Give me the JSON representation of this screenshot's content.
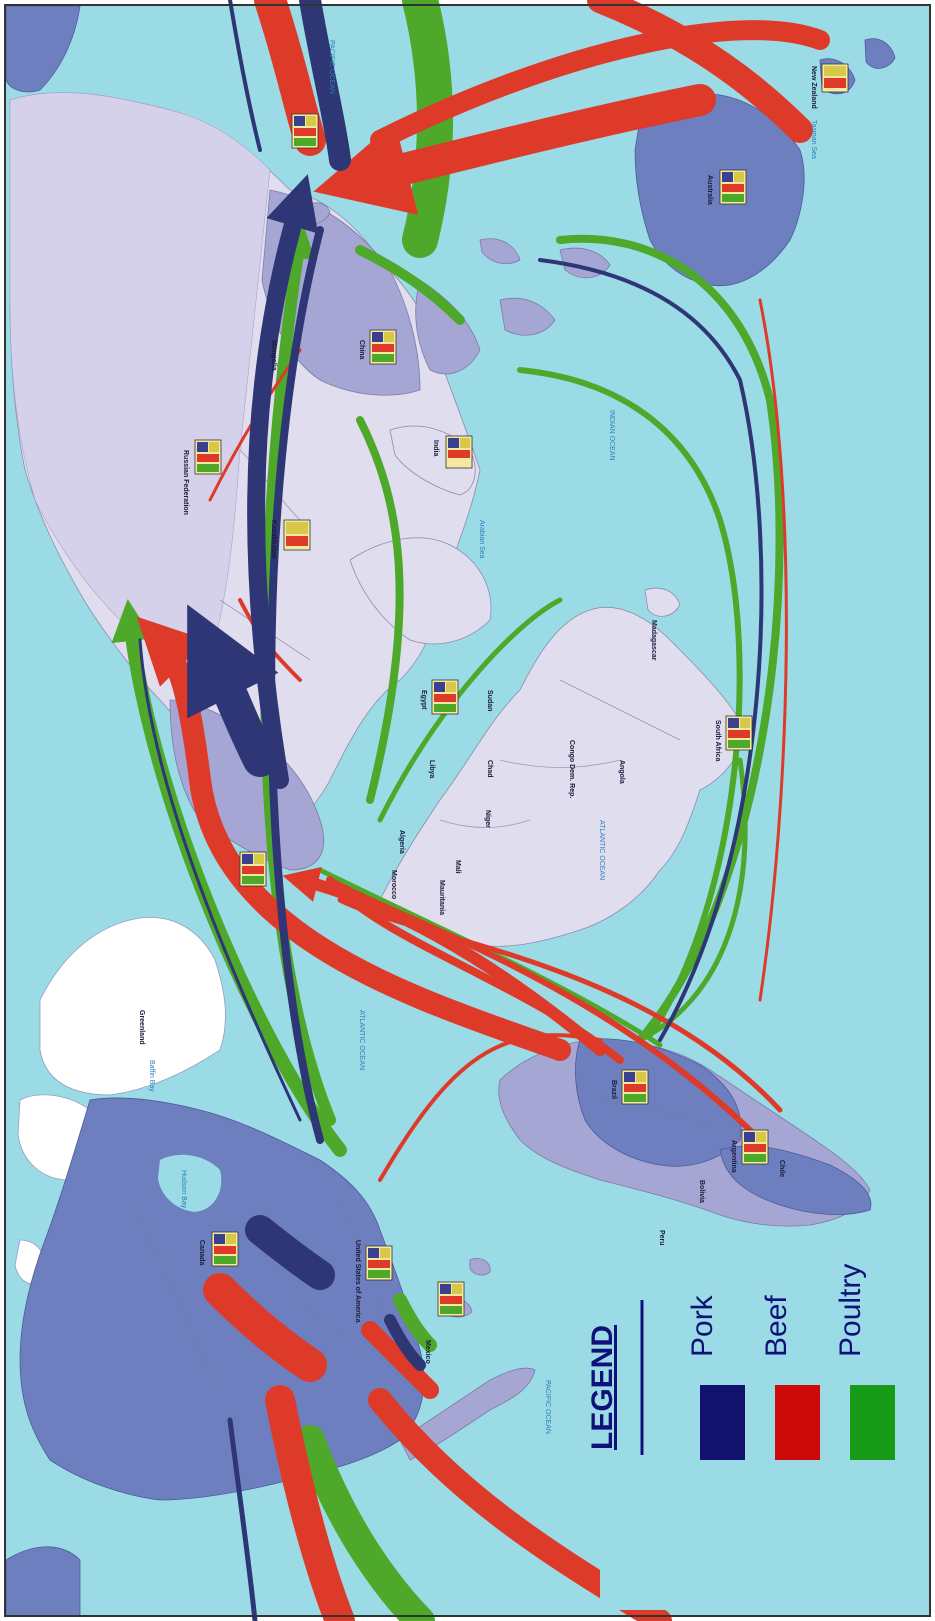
{
  "legend": {
    "title": "LEGEND",
    "items": [
      {
        "label": "Pork",
        "color": "#12126e"
      },
      {
        "label": "Beef",
        "color": "#cc0a0a"
      },
      {
        "label": "Poultry",
        "color": "#179b17"
      }
    ]
  },
  "colors": {
    "ocean": "#9bdbe6",
    "exporter_land": "#6e7fc0",
    "importer_land": "#a6a6d4",
    "other_land": "#d6d1ea",
    "ice": "#ffffff",
    "pork_flow": "#2e3675",
    "beef_flow": "#de3a2a",
    "poultry_flow": "#4ea82a"
  },
  "labels": {
    "greenland": "Greenland",
    "canada": "Canada",
    "usa": "United States of America",
    "mexico": "Mexico",
    "brazil": "Brazil",
    "argentina": "Argentina",
    "bolivia": "Bolivia",
    "peru": "Peru",
    "chile": "Chile",
    "russia": "Russian Federation",
    "china": "China",
    "mongolia": "Mongolia",
    "kazakhstan": "Kazakhstan",
    "india": "India",
    "australia": "Australia",
    "new_zealand": "New Zealand",
    "algeria": "Algeria",
    "libya": "Libya",
    "egypt": "Egypt",
    "chad": "Chad",
    "niger": "Niger",
    "mali": "Mali",
    "sudan": "Sudan",
    "south_africa": "South Africa",
    "angola": "Angola",
    "dr_congo": "Congo Dem. Rep.",
    "madagascar": "Madagascar",
    "mauritania": "Mauritania",
    "morocco": "Morocco",
    "pacific_ocean_top": "PACIFIC OCEAN",
    "pacific_ocean_bottom": "PACIFIC OCEAN",
    "atlantic_ocean_north": "ATLANTIC OCEAN",
    "atlantic_ocean_south": "ATLANTIC OCEAN",
    "indian_ocean": "INDIAN OCEAN",
    "arabian_sea": "Arabian Sea",
    "hudson_bay": "Hudson Bay",
    "baffin_bay": "Baffin Bay",
    "tasman_sea": "Tasman Sea"
  }
}
